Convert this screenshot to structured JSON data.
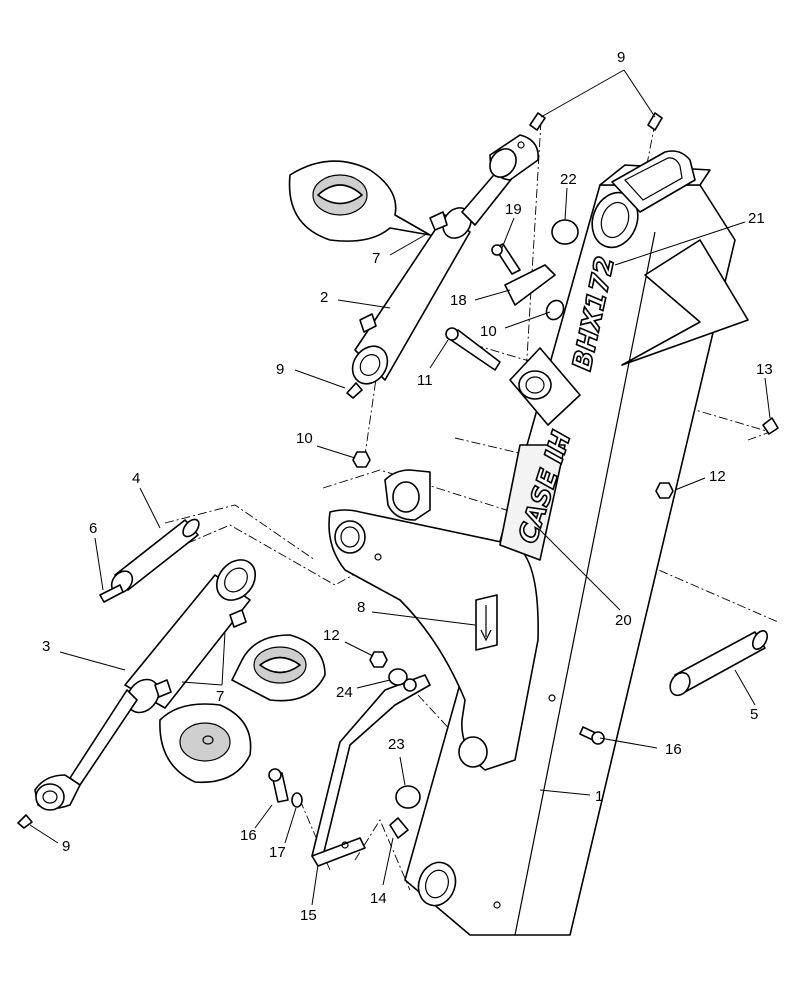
{
  "diagram": {
    "type": "exploded parts diagram",
    "decals": {
      "brand_logo": "CASE IH",
      "model_decal": "BHX172"
    },
    "callouts": [
      {
        "id": "c9a",
        "label": "9"
      },
      {
        "id": "c22",
        "label": "22"
      },
      {
        "id": "c21",
        "label": "21"
      },
      {
        "id": "c19",
        "label": "19"
      },
      {
        "id": "c7a",
        "label": "7"
      },
      {
        "id": "c2",
        "label": "2"
      },
      {
        "id": "c18",
        "label": "18"
      },
      {
        "id": "c10a",
        "label": "10"
      },
      {
        "id": "c9b",
        "label": "9"
      },
      {
        "id": "c11",
        "label": "11"
      },
      {
        "id": "c13",
        "label": "13"
      },
      {
        "id": "c10b",
        "label": "10"
      },
      {
        "id": "c12a",
        "label": "12"
      },
      {
        "id": "c4",
        "label": "4"
      },
      {
        "id": "c6",
        "label": "6"
      },
      {
        "id": "c20",
        "label": "20"
      },
      {
        "id": "c8",
        "label": "8"
      },
      {
        "id": "c3",
        "label": "3"
      },
      {
        "id": "c12b",
        "label": "12"
      },
      {
        "id": "c7b",
        "label": "7"
      },
      {
        "id": "c24",
        "label": "24"
      },
      {
        "id": "c5",
        "label": "5"
      },
      {
        "id": "c16a",
        "label": "16"
      },
      {
        "id": "c23",
        "label": "23"
      },
      {
        "id": "c1",
        "label": "1"
      },
      {
        "id": "c16b",
        "label": "16"
      },
      {
        "id": "c17",
        "label": "17"
      },
      {
        "id": "c9c",
        "label": "9"
      },
      {
        "id": "c14",
        "label": "14"
      },
      {
        "id": "c15",
        "label": "15"
      }
    ]
  }
}
